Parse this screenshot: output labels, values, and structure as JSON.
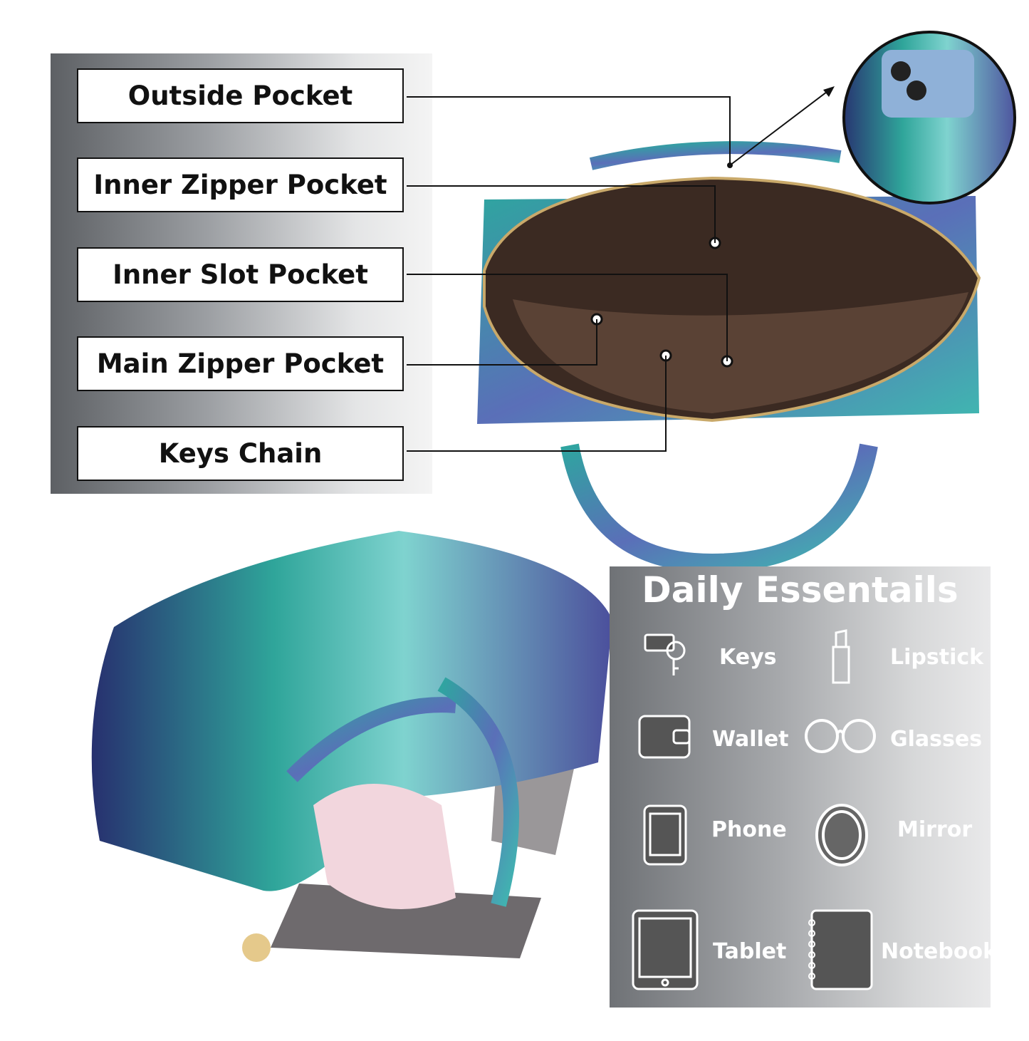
{
  "callouts": [
    {
      "label": "Outside Pocket"
    },
    {
      "label": "Inner Zipper Pocket"
    },
    {
      "label": "Inner Slot Pocket"
    },
    {
      "label": "Main Zipper Pocket"
    },
    {
      "label": "Keys Chain"
    }
  ],
  "essentials": {
    "title": "Daily Essentails",
    "items": [
      {
        "label": "Keys",
        "icon": "keys-icon"
      },
      {
        "label": "Lipstick",
        "icon": "lipstick-icon"
      },
      {
        "label": "Wallet",
        "icon": "wallet-icon"
      },
      {
        "label": "Glasses",
        "icon": "glasses-icon"
      },
      {
        "label": "Phone",
        "icon": "phone-icon"
      },
      {
        "label": "Mirror",
        "icon": "mirror-icon"
      },
      {
        "label": "Tablet",
        "icon": "tablet-icon"
      },
      {
        "label": "Notebook",
        "icon": "notebook-icon"
      }
    ]
  },
  "colors": {
    "teal": "#2fa5a0",
    "navy": "#3a3f8f",
    "lining": "#3b2a22"
  }
}
